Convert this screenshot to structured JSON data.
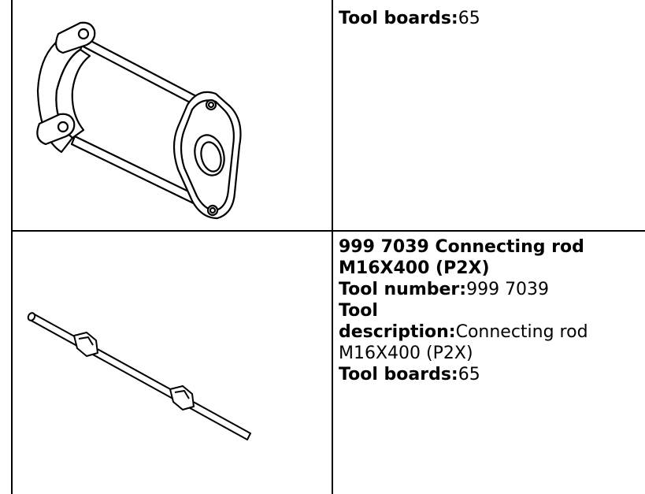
{
  "rows": [
    {
      "illustration_icon": "pinion-puller-frame-icon",
      "fields": [
        {
          "label": "Tool boards:",
          "value": "65"
        }
      ]
    },
    {
      "illustration_icon": "threaded-connecting-rod-icon",
      "heading_line1": "999 7039 Connecting rod",
      "heading_line2": "M16X400 (P2X)",
      "fields": [
        {
          "label": "Tool number:",
          "value": "999 7039"
        },
        {
          "label_line1": "Tool",
          "label_line2": "description:",
          "value_line1": "Connecting rod",
          "value_line2": "M16X400 (P2X)"
        },
        {
          "label": "Tool boards:",
          "value": "65"
        }
      ]
    }
  ]
}
